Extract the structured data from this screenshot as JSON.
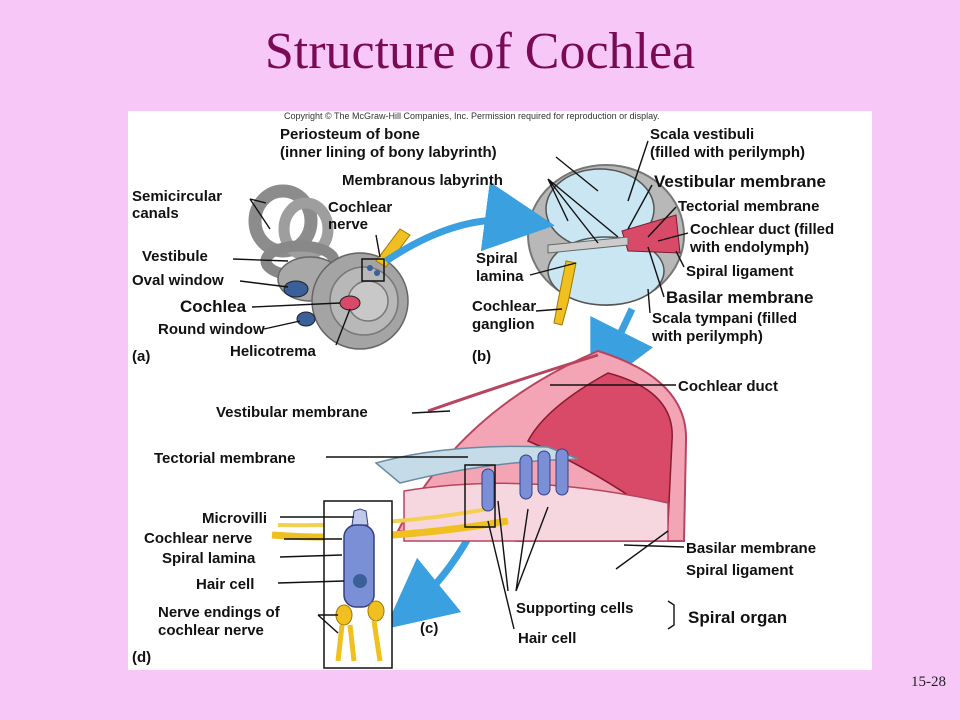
{
  "slide": {
    "title": "Structure of Cochlea",
    "number": "15-28"
  },
  "figure": {
    "copyright": "Copyright © The McGraw-Hill Companies, Inc. Permission required for reproduction or display.",
    "panel_a": {
      "letter": "(a)",
      "labels": {
        "semicircular_1": "Semicircular",
        "semicircular_2": "canals",
        "vestibule": "Vestibule",
        "oval_window": "Oval window",
        "cochlea": "Cochlea",
        "round_window": "Round window",
        "helicotrema": "Helicotrema",
        "cochlear_nerve_1": "Cochlear",
        "cochlear_nerve_2": "nerve"
      }
    },
    "panel_b": {
      "letter": "(b)",
      "labels": {
        "periosteum_1": "Periosteum of bone",
        "periosteum_2": "(inner lining of bony labyrinth)",
        "membranous_labyrinth": "Membranous labyrinth",
        "scala_vestibuli_1": "Scala vestibuli",
        "scala_vestibuli_2": "(filled with perilymph)",
        "vestibular_membrane": "Vestibular membrane",
        "tectorial_membrane": "Tectorial membrane",
        "cochlear_duct_1": "Cochlear duct (filled",
        "cochlear_duct_2": "with endolymph)",
        "spiral_ligament": "Spiral ligament",
        "basilar_membrane": "Basilar membrane",
        "scala_tympani_1": "Scala tympani (filled",
        "scala_tympani_2": "with perilymph)",
        "spiral_lamina_1": "Spiral",
        "spiral_lamina_2": "lamina",
        "cochlear_ganglion_1": "Cochlear",
        "cochlear_ganglion_2": "ganglion"
      }
    },
    "panel_c": {
      "letter": "(c)",
      "labels": {
        "cochlear_duct": "Cochlear duct",
        "vestibular_membrane": "Vestibular membrane",
        "tectorial_membrane": "Tectorial membrane",
        "basilar_membrane": "Basilar membrane",
        "spiral_ligament": "Spiral ligament",
        "supporting_cells": "Supporting cells",
        "hair_cell": "Hair cell",
        "spiral_organ": "Spiral organ"
      }
    },
    "panel_d": {
      "letter": "(d)",
      "labels": {
        "microvilli": "Microvilli",
        "cochlear_nerve": "Cochlear nerve",
        "spiral_lamina": "Spiral lamina",
        "hair_cell": "Hair cell",
        "nerve_endings_1": "Nerve endings of",
        "nerve_endings_2": "cochlear nerve"
      }
    },
    "colors": {
      "background": "#f7c8f7",
      "title": "#7a0a52",
      "arrow": "#3aa0e0",
      "tissue": "#d94a68",
      "fluid": "#c9e6f2",
      "bone": "#a9a9a9",
      "hair_cell": "#7b8fd6",
      "nerve": "#f0c020"
    }
  }
}
